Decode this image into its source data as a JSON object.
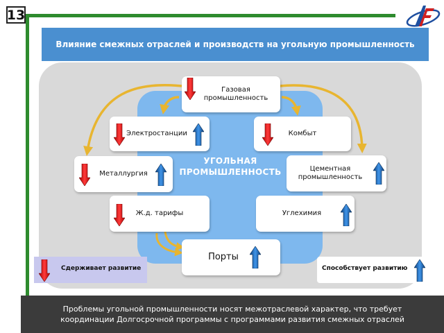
{
  "slide": {
    "number": "13"
  },
  "title": "Влияние смежных отраслей и производств на угольную промышленность",
  "center": {
    "line1": "УГОЛЬНАЯ",
    "line2": "ПРОМЫШЛЕННОСТЬ"
  },
  "nodes": {
    "gas": {
      "line1": "Газовая",
      "line2": "промышленность"
    },
    "power": "Электростанции",
    "household": "Комбыт",
    "metallurgy": "Металлургия",
    "cement": {
      "line1": "Цементная",
      "line2": "промышленность"
    },
    "railway": "Ж.д. тарифы",
    "coalchem": "Углехимия",
    "ports": "Порты"
  },
  "legend": {
    "restrains": "Сдерживает развитие",
    "promotes": "Способствует развитию"
  },
  "footer": {
    "line1": "Проблемы угольной промышленности носят межотраслевой характер, что требует",
    "line2": "координации Долгосрочной программы с программами развития смежных отраслей"
  },
  "colors": {
    "title_bg": "#4a8fd0",
    "frame_green": "#2e8b2e",
    "down_arrow": "#e02020",
    "up_arrow": "#1e6fc0",
    "center_bg": "#7eb8ee",
    "curve_arrow": "#e8b530"
  },
  "icons": [
    "red-down-arrow-icon",
    "blue-up-arrow-icon",
    "curved-arrow-icon"
  ]
}
